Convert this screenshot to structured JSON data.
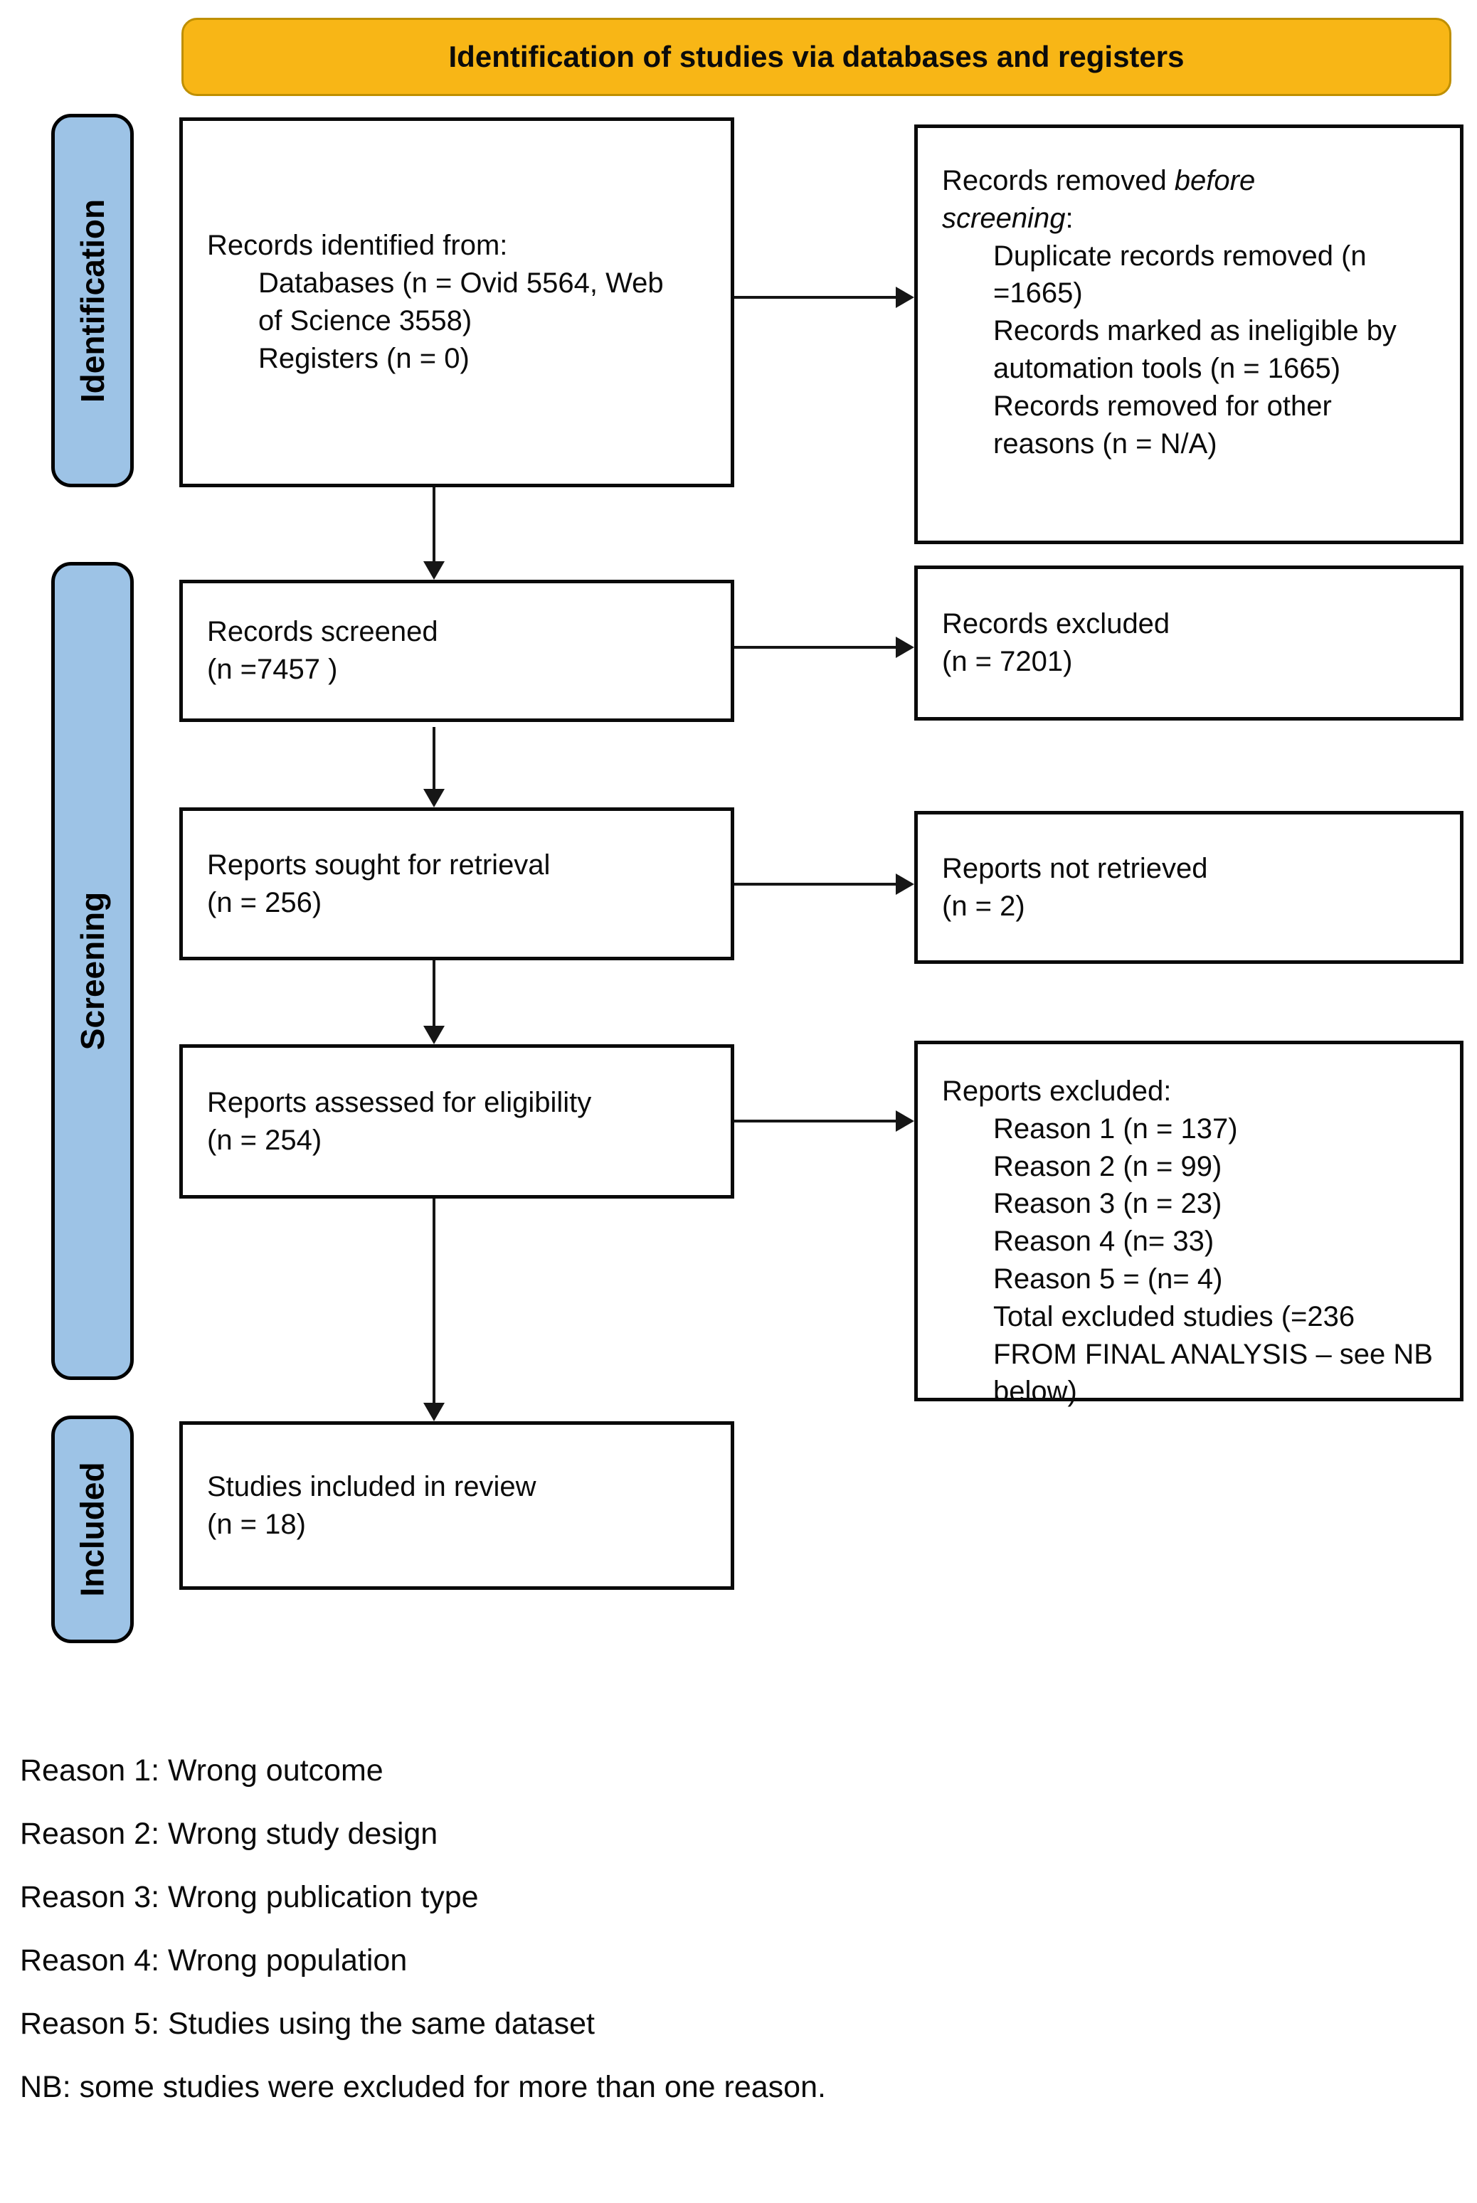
{
  "colors": {
    "banner_bg": "#F8B616",
    "banner_border": "#BF8F00",
    "stage_bg": "#9DC3E6",
    "box_border": "#0A0A0A",
    "text": "#0B0B0B"
  },
  "banner": {
    "title": "Identification of studies via databases and registers"
  },
  "stages": {
    "identification": "Identification",
    "screening": "Screening",
    "included": "Included"
  },
  "flow": {
    "records_identified": {
      "intro": "Records identified from:",
      "items": [
        "Databases (n = Ovid 5564, Web of Science 3558)",
        "Registers (n = 0)"
      ]
    },
    "records_removed": {
      "intro_prefix": "Records removed ",
      "intro_italic": "before screening",
      "intro_suffix": ":",
      "items": [
        "Duplicate records removed (n =1665)",
        "Records marked as ineligible by automation tools (n = 1665)",
        "Records removed for other reasons (n = N/A)"
      ]
    },
    "records_screened": {
      "line1": "Records screened",
      "line2": "(n =7457 )"
    },
    "records_excluded": {
      "line1": "Records excluded",
      "line2": "(n = 7201)"
    },
    "reports_sought": {
      "line1": "Reports sought for retrieval",
      "line2": "(n = 256)"
    },
    "reports_not_retrieved": {
      "line1": "Reports not retrieved",
      "line2": "(n = 2)"
    },
    "reports_assessed": {
      "line1": "Reports assessed for eligibility",
      "line2": "(n = 254)"
    },
    "reports_excluded": {
      "intro": "Reports excluded:",
      "items": [
        "Reason 1 (n = 137)",
        "Reason 2 (n = 99)",
        "Reason 3 (n = 23)",
        "Reason 4 (n= 33)",
        "Reason 5 = (n= 4)",
        "Total excluded studies (=236 FROM FINAL ANALYSIS – see NB below)"
      ]
    },
    "studies_included": {
      "line1": "Studies included in review",
      "line2": "(n = 18)"
    }
  },
  "footnotes": [
    "Reason 1: Wrong outcome",
    "Reason 2: Wrong study design",
    "Reason 3: Wrong publication type",
    "Reason 4: Wrong population",
    "Reason 5: Studies using the same dataset",
    "NB: some studies were excluded for more than one reason."
  ]
}
